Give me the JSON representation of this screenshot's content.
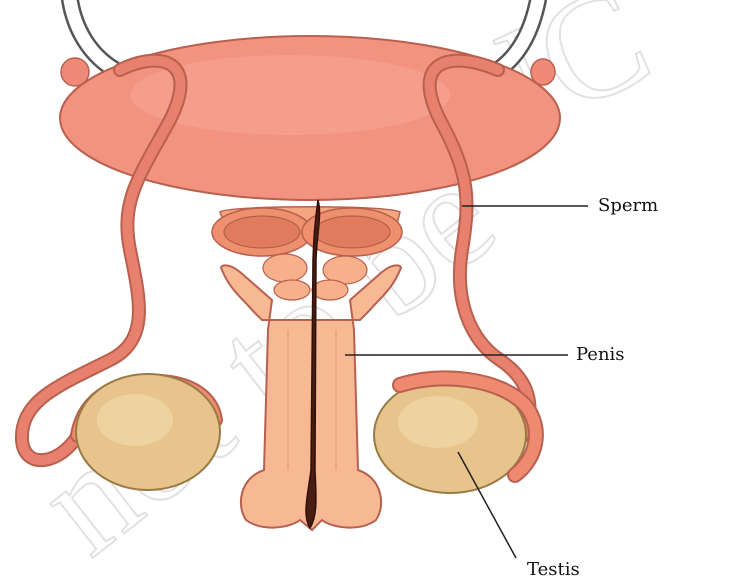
{
  "labels": {
    "sperm": "Sperm",
    "penis": "Penis",
    "testis": "Testis"
  },
  "watermark": {
    "text": "not to be NCERT"
  },
  "colors": {
    "bladder": "#f2937f",
    "duct": "#e8806e",
    "penis": "#f7b894",
    "testis": "#e6c48b",
    "urethra": "#4a1d12",
    "outline": "#b8604f",
    "ureter": "#ffffff"
  }
}
